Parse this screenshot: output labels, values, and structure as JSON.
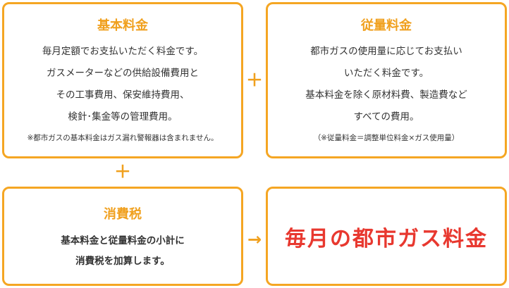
{
  "basic": {
    "title": "基本料金",
    "lines": [
      "毎月定額でお支払いただく料金です。",
      "ガスメーターなどの供給設備費用と",
      "その工事費用、保安維持費用、",
      "検針･集金等の管理費用。"
    ],
    "note": "※都市ガスの基本料金はガス漏れ警報器は含まれません。"
  },
  "usage": {
    "title": "従量料金",
    "lines": [
      "都市ガスの使用量に応じてお支払い",
      "いただく料金です。",
      "基本料金を除く原材料費、製造費など",
      "すべての費用。"
    ],
    "note": "（※従量料金＝調整単位料金×ガス使用量）"
  },
  "tax": {
    "title": "消費税",
    "lines": [
      "基本料金と従量料金の小計に",
      "消費税を加算します。"
    ]
  },
  "total": {
    "text": "毎月の都市ガス料金"
  },
  "operators": {
    "plus": "＋",
    "arrow": "→"
  },
  "colors": {
    "accent": "#f5a623",
    "total_text": "#e8382f"
  }
}
